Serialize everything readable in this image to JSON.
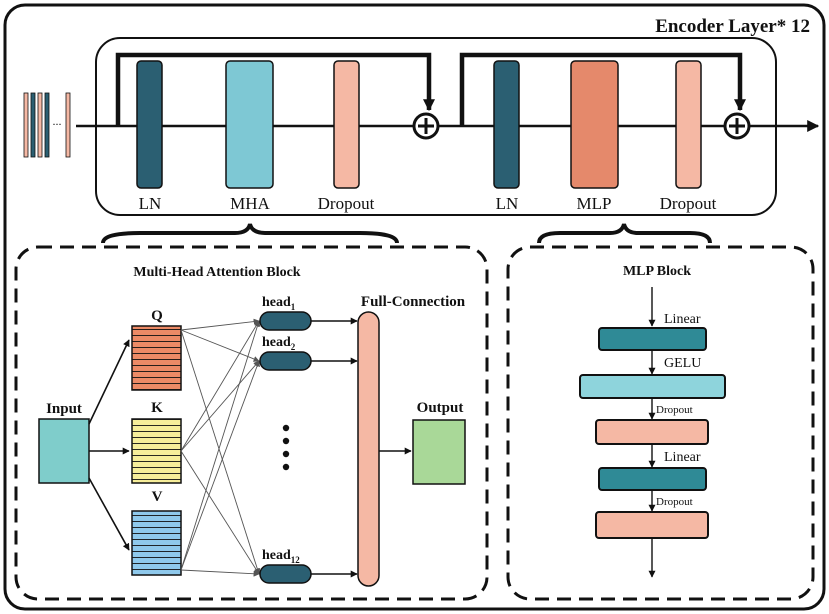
{
  "encoder": {
    "title": "Encoder Layer* 12",
    "labels": {
      "ln1": "LN",
      "mha": "MHA",
      "dropout1": "Dropout",
      "ln2": "LN",
      "mlp": "MLP",
      "dropout2": "Dropout"
    },
    "input_ellipsis": "..."
  },
  "mha_block": {
    "title": "Multi-Head Attention Block",
    "input": "Input",
    "q": "Q",
    "k": "K",
    "v": "V",
    "head1": {
      "base": "head",
      "sub": "1"
    },
    "head2": {
      "base": "head",
      "sub": "2"
    },
    "head12": {
      "base": "head",
      "sub": "12"
    },
    "full_connection": "Full-Connection",
    "output": "Output"
  },
  "mlp_block": {
    "title": "MLP Block",
    "linear1": "Linear",
    "gelu": "GELU",
    "dropout1": "Dropout",
    "linear2": "Linear",
    "dropout2": "Dropout"
  },
  "colors": {
    "ln": "#2b5f72",
    "mha": "#7ec8d4",
    "dropout": "#f5b8a4",
    "mlp": "#e5896b",
    "q": "#ec8a66",
    "k": "#f7ee9a",
    "v": "#8fc9ec",
    "input": "#7fcdcb",
    "output": "#a9d898",
    "head": "#2b5f72",
    "fc": "#f5b8a4",
    "mlp_linear": "#2f8a96",
    "mlp_gelu": "#8ed4dc",
    "mlp_dropout": "#f5b8a4"
  }
}
